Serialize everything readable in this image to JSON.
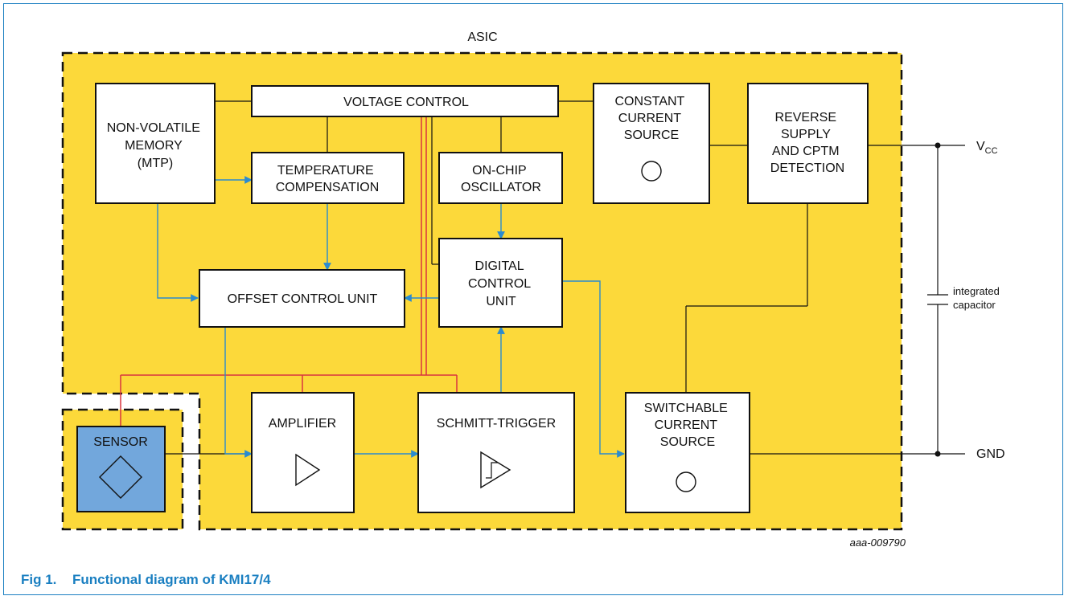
{
  "colors": {
    "asic_fill": "#fcd93a",
    "sensor_fill": "#72a7dc",
    "signal_line": "#2a8bd0",
    "supply_line": "#d9343f",
    "frame": "#1a7fc1"
  },
  "labels": {
    "asic": "ASIC",
    "nvm": [
      "NON-VOLATILE",
      "MEMORY",
      "(MTP)"
    ],
    "voltage_control": [
      "VOLTAGE CONTROL"
    ],
    "constant_current": [
      "CONSTANT",
      "CURRENT",
      "SOURCE"
    ],
    "reverse_supply": [
      "REVERSE",
      "SUPPLY",
      "AND CPTM",
      "DETECTION"
    ],
    "temp_comp": [
      "TEMPERATURE",
      "COMPENSATION"
    ],
    "oscillator": [
      "ON-CHIP",
      "OSCILLATOR"
    ],
    "digital_control": [
      "DIGITAL",
      "CONTROL",
      "UNIT"
    ],
    "offset_control": [
      "OFFSET CONTROL UNIT"
    ],
    "amplifier": [
      "AMPLIFIER"
    ],
    "schmitt": [
      "SCHMITT-TRIGGER"
    ],
    "switchable_current": [
      "SWITCHABLE",
      "CURRENT",
      "SOURCE"
    ],
    "sensor": [
      "SENSOR"
    ],
    "vcc": "V",
    "vcc_sub": "CC",
    "gnd": "GND",
    "capacitor": [
      "integrated",
      "capacitor"
    ],
    "figure_id": "aaa-009790"
  },
  "caption": {
    "number": "Fig 1.",
    "title": "Functional diagram of KMI17/4"
  }
}
